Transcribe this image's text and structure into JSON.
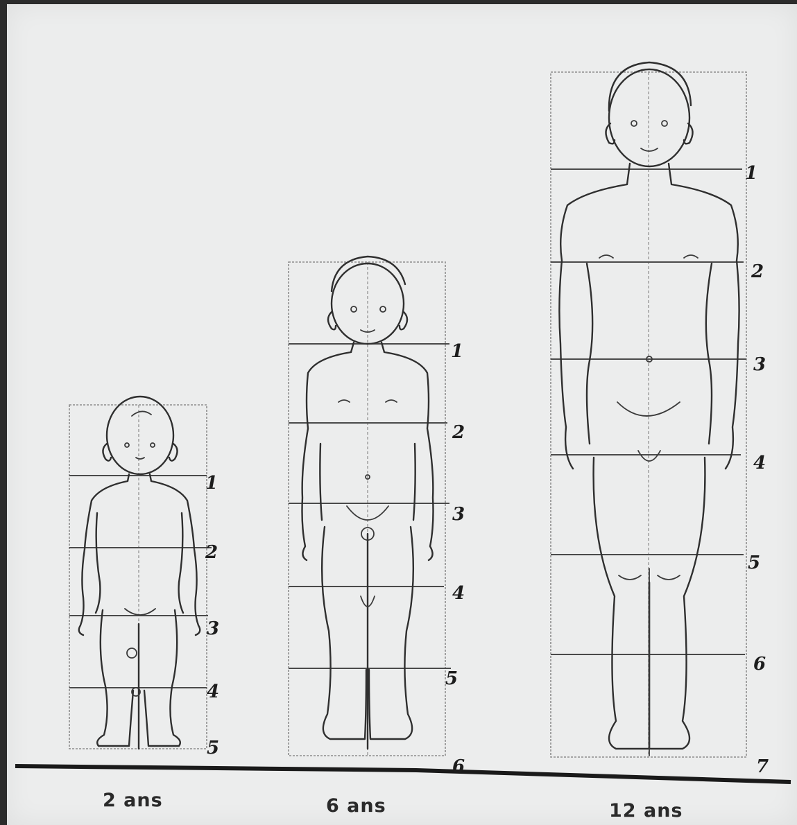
{
  "figures": [
    {
      "age_label": "2 ans",
      "division_labels": [
        "1",
        "2",
        "3",
        "4",
        "5"
      ]
    },
    {
      "age_label": "6 ans",
      "division_labels": [
        "1",
        "2",
        "3",
        "4",
        "5",
        "6"
      ]
    },
    {
      "age_label": "12 ans",
      "division_labels": [
        "1",
        "2",
        "3",
        "4",
        "5",
        "6",
        "7"
      ]
    }
  ]
}
